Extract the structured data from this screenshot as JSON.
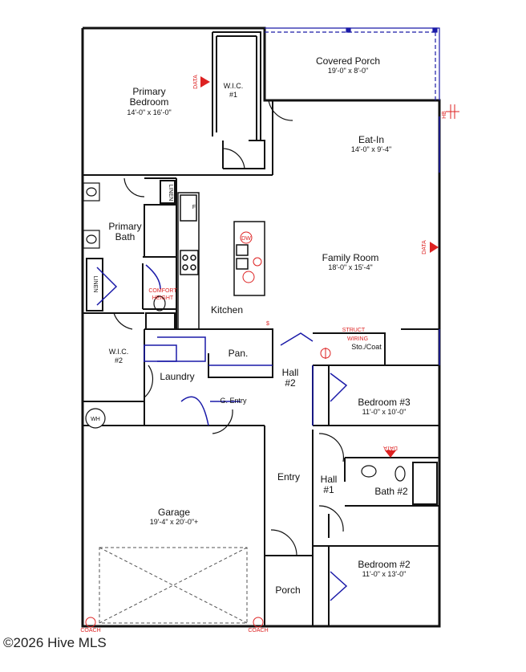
{
  "rooms": {
    "covered_porch": {
      "name": "Covered Porch",
      "dim": "19'-0\" x 8'-0\""
    },
    "primary_bedroom": {
      "name_line1": "Primary",
      "name_line2": "Bedroom",
      "dim": "14'-0\" x 16'-0\""
    },
    "wic1": {
      "name_line1": "W.I.C.",
      "name_line2": "#1"
    },
    "eat_in": {
      "name": "Eat-In",
      "dim": "14'-0\" x 9'-4\""
    },
    "primary_bath": {
      "name_line1": "Primary",
      "name_line2": "Bath"
    },
    "family_room": {
      "name": "Family Room",
      "dim": "18'-0\" x 15'-4\""
    },
    "kitchen": {
      "name": "Kitchen"
    },
    "wic2": {
      "name_line1": "W.I.C.",
      "name_line2": "#2"
    },
    "pantry": {
      "name": "Pan."
    },
    "laundry": {
      "name": "Laundry"
    },
    "hall2": {
      "name_line1": "Hall",
      "name_line2": "#2"
    },
    "sto_coat": {
      "name": "Sto./Coat"
    },
    "bedroom3": {
      "name": "Bedroom #3",
      "dim": "11'-0\" x 10'-0\""
    },
    "g_entry": {
      "name": "G. Entry"
    },
    "entry": {
      "name": "Entry"
    },
    "hall1": {
      "name_line1": "Hall",
      "name_line2": "#1"
    },
    "bath2": {
      "name": "Bath #2"
    },
    "garage": {
      "name": "Garage",
      "dim": "19'-4\" x 20'-0\"+"
    },
    "bedroom2": {
      "name": "Bedroom #2",
      "dim": "11'-0\" x 13'-0\""
    },
    "porch": {
      "name": "Porch"
    }
  },
  "fixtures": {
    "linen_a": "LINEN",
    "linen_b": "LINEN",
    "fridge": "F",
    "dw": "DW",
    "wh": "WH",
    "comfort_line1": "COMFORT",
    "comfort_line2": "HEIGHT",
    "struct_line1": "STRUCT",
    "struct_line2": "WIRING",
    "data_1": "DATA",
    "data_2": "DATA",
    "data_3": "DATA",
    "hb": "HB",
    "coach_1": "COACH",
    "coach_2": "COACH"
  },
  "watermark": "©2026 Hive MLS",
  "colors": {
    "wall": "#111111",
    "blue_line": "#1a1aa8",
    "annotation_red": "#d22222"
  }
}
